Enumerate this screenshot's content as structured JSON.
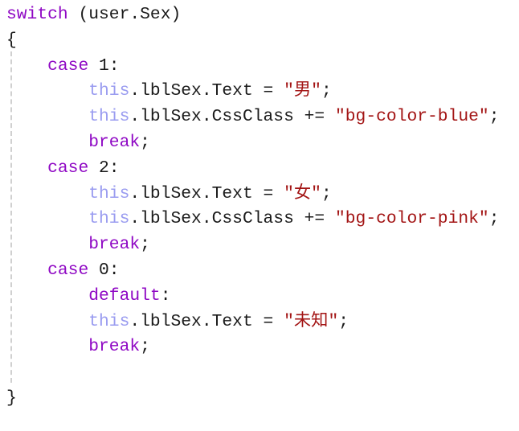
{
  "editor": {
    "language": "C#",
    "colors": {
      "keyword": "#8f08c4",
      "this_keyword": "#9a9cf0",
      "string": "#a31515",
      "plain": "#1a1a1a",
      "indent_guide": "#d0d0d0",
      "background": "#ffffff"
    },
    "lines": [
      {
        "indent": "",
        "tokens": [
          {
            "t": "kw",
            "v": "switch"
          },
          {
            "t": "plain",
            "v": " (user.Sex)"
          }
        ]
      },
      {
        "indent": "",
        "tokens": [
          {
            "t": "plain",
            "v": "{"
          }
        ]
      },
      {
        "indent": "    ",
        "tokens": [
          {
            "t": "kw",
            "v": "case"
          },
          {
            "t": "plain",
            "v": " 1:"
          }
        ]
      },
      {
        "indent": "        ",
        "tokens": [
          {
            "t": "this",
            "v": "this"
          },
          {
            "t": "plain",
            "v": ".lblSex.Text = "
          },
          {
            "t": "str",
            "v": "\"男\""
          },
          {
            "t": "plain",
            "v": ";"
          }
        ]
      },
      {
        "indent": "        ",
        "tokens": [
          {
            "t": "this",
            "v": "this"
          },
          {
            "t": "plain",
            "v": ".lblSex.CssClass += "
          },
          {
            "t": "str",
            "v": "\"bg-color-blue\""
          },
          {
            "t": "plain",
            "v": ";"
          }
        ]
      },
      {
        "indent": "        ",
        "tokens": [
          {
            "t": "kw",
            "v": "break"
          },
          {
            "t": "plain",
            "v": ";"
          }
        ]
      },
      {
        "indent": "    ",
        "tokens": [
          {
            "t": "kw",
            "v": "case"
          },
          {
            "t": "plain",
            "v": " 2:"
          }
        ]
      },
      {
        "indent": "        ",
        "tokens": [
          {
            "t": "this",
            "v": "this"
          },
          {
            "t": "plain",
            "v": ".lblSex.Text = "
          },
          {
            "t": "str",
            "v": "\"女\""
          },
          {
            "t": "plain",
            "v": ";"
          }
        ]
      },
      {
        "indent": "        ",
        "tokens": [
          {
            "t": "this",
            "v": "this"
          },
          {
            "t": "plain",
            "v": ".lblSex.CssClass += "
          },
          {
            "t": "str",
            "v": "\"bg-color-pink\""
          },
          {
            "t": "plain",
            "v": ";"
          }
        ]
      },
      {
        "indent": "        ",
        "tokens": [
          {
            "t": "kw",
            "v": "break"
          },
          {
            "t": "plain",
            "v": ";"
          }
        ]
      },
      {
        "indent": "    ",
        "tokens": [
          {
            "t": "kw",
            "v": "case"
          },
          {
            "t": "plain",
            "v": " 0:"
          }
        ]
      },
      {
        "indent": "        ",
        "tokens": [
          {
            "t": "kw",
            "v": "default"
          },
          {
            "t": "plain",
            "v": ":"
          }
        ]
      },
      {
        "indent": "        ",
        "tokens": [
          {
            "t": "this",
            "v": "this"
          },
          {
            "t": "plain",
            "v": ".lblSex.Text = "
          },
          {
            "t": "str",
            "v": "\"未知\""
          },
          {
            "t": "plain",
            "v": ";"
          }
        ]
      },
      {
        "indent": "        ",
        "tokens": [
          {
            "t": "kw",
            "v": "break"
          },
          {
            "t": "plain",
            "v": ";"
          }
        ]
      },
      {
        "indent": "",
        "tokens": []
      },
      {
        "indent": "",
        "tokens": [
          {
            "t": "plain",
            "v": "}"
          }
        ]
      }
    ]
  }
}
